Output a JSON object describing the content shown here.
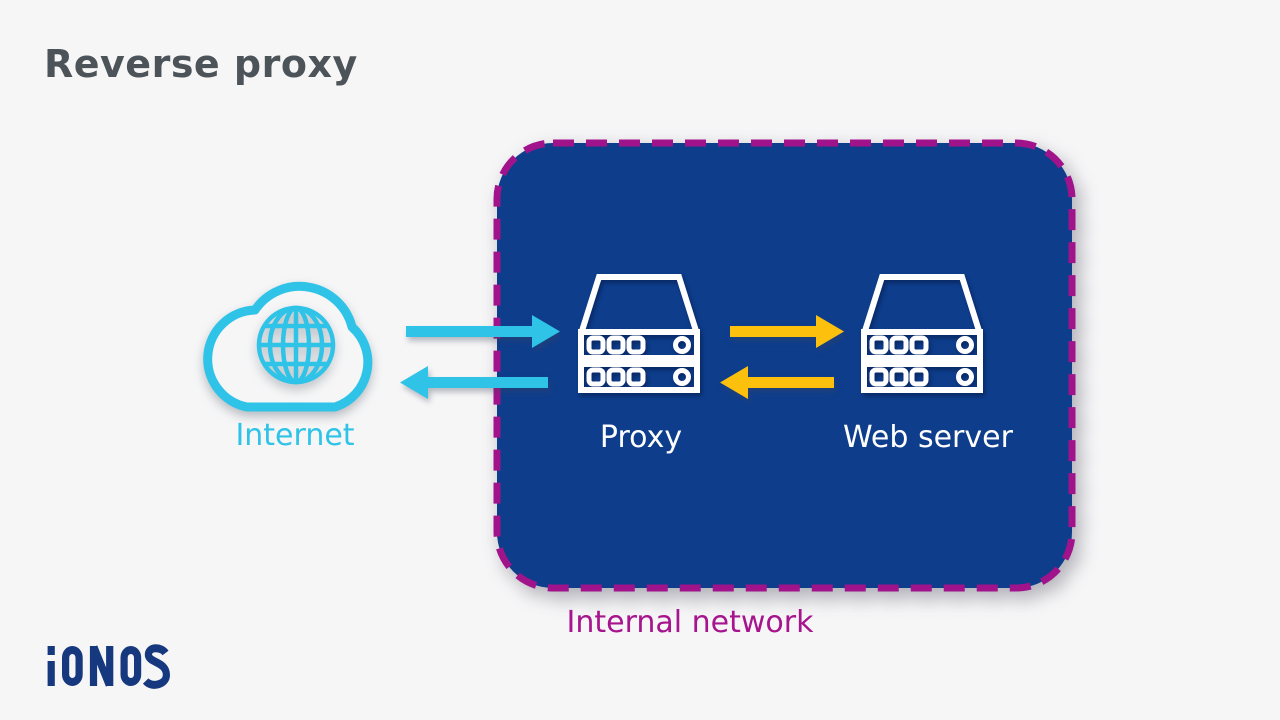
{
  "title": "Reverse proxy",
  "colors": {
    "background": "#f6f6f7",
    "title_text": "#4c545a",
    "cyan_accent": "#2fc3e8",
    "network_box_fill": "#0e3d8c",
    "network_border_magenta": "#a0138b",
    "arrow_yellow": "#fcc00d",
    "node_icon_white": "#ffffff",
    "logo_navy": "#16387f"
  },
  "internet": {
    "label": "Internet",
    "icon": "cloud-globe-icon"
  },
  "internal_network": {
    "label": "Internal network",
    "nodes": [
      {
        "label": "Proxy",
        "icon": "server-icon"
      },
      {
        "label": "Web server",
        "icon": "server-icon"
      }
    ]
  },
  "flows": [
    {
      "from": "Internet",
      "to": "Proxy",
      "direction": "right",
      "color": "#2fc3e8"
    },
    {
      "from": "Proxy",
      "to": "Internet",
      "direction": "left",
      "color": "#2fc3e8"
    },
    {
      "from": "Proxy",
      "to": "Web server",
      "direction": "right",
      "color": "#fcc00d"
    },
    {
      "from": "Web server",
      "to": "Proxy",
      "direction": "left",
      "color": "#fcc00d"
    }
  ],
  "logo": {
    "text": "IONOS"
  }
}
